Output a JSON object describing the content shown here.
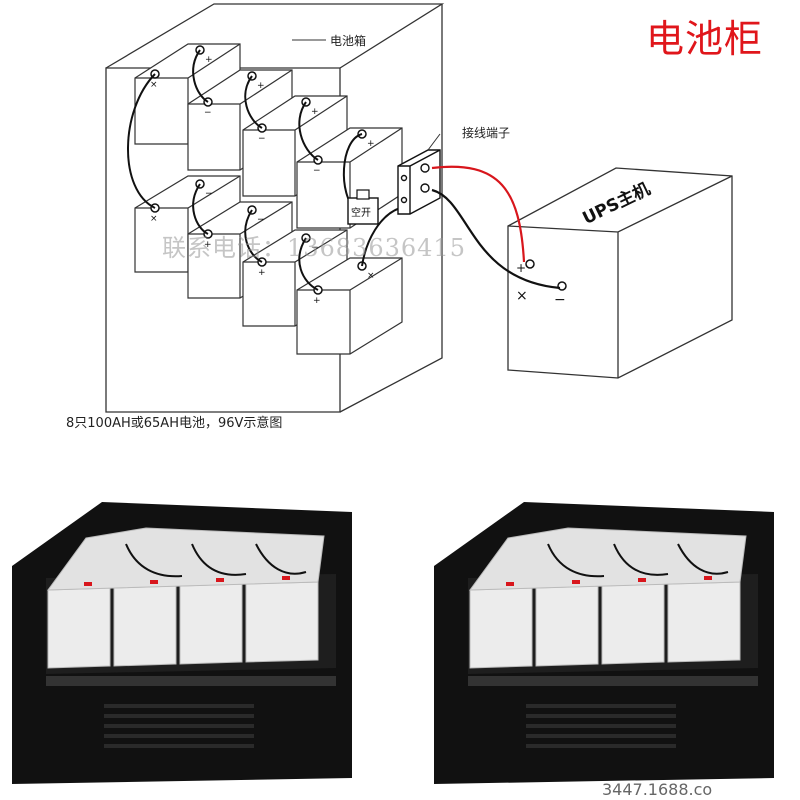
{
  "title": "电池柜",
  "labels": {
    "box": "电池箱",
    "terminal": "接线端子",
    "switch": "空开",
    "ups": "UPS主机",
    "plus": "+",
    "minus": "−",
    "x": "×"
  },
  "caption": "8只100AH或65AH电池，96V示意图",
  "watermark": "联系电话：13683636415",
  "site_text": "3447.1688.co",
  "colors": {
    "title": "#e0161b",
    "positive_wire": "#d8161c",
    "cabinet": "#111111",
    "battery_case": "#ececec"
  }
}
